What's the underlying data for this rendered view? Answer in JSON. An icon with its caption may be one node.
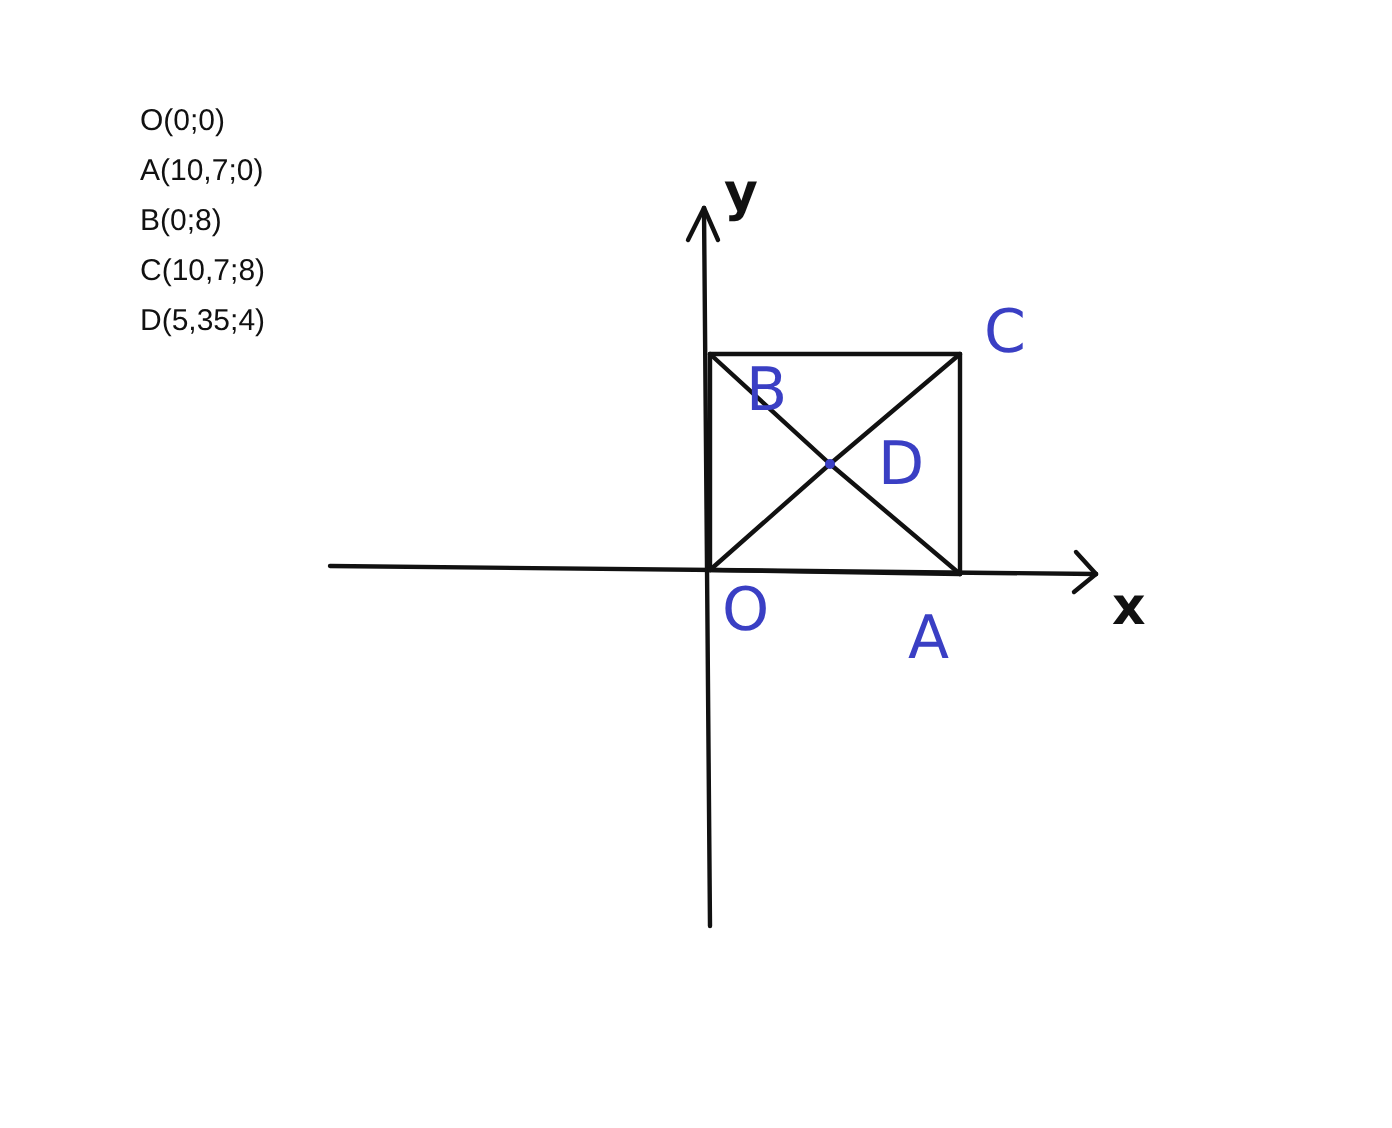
{
  "diagram": {
    "nodes": [
      {
        "text": [
          "B"
        ]
      },
      {
        "text": [
          "C"
        ]
      },
      {
        "text": [
          "D"
        ]
      },
      {
        "text": [
          "O"
        ]
      },
      {
        "text": [
          "A"
        ]
      }
    ],
    "edges": [
      {
        "from": 3,
        "to": 4,
        "arrow": "none"
      },
      {
        "from": 4,
        "to": 1,
        "arrow": "none"
      },
      {
        "from": 0,
        "to": 1,
        "arrow": "none"
      },
      {
        "from": 3,
        "to": 0,
        "arrow": "none"
      },
      {
        "from": 3,
        "to": 2,
        "arrow": "none"
      },
      {
        "from": 2,
        "to": 1,
        "arrow": "none"
      },
      {
        "from": 0,
        "to": 2,
        "arrow": "none"
      },
      {
        "from": 2,
        "to": 4,
        "arrow": "none"
      }
    ],
    "labels": [
      "O(0;0)",
      "A(10,7;0)",
      "B(0;8)",
      "C(10,7;8)",
      "D(5,35;4)",
      "y",
      "x"
    ]
  }
}
